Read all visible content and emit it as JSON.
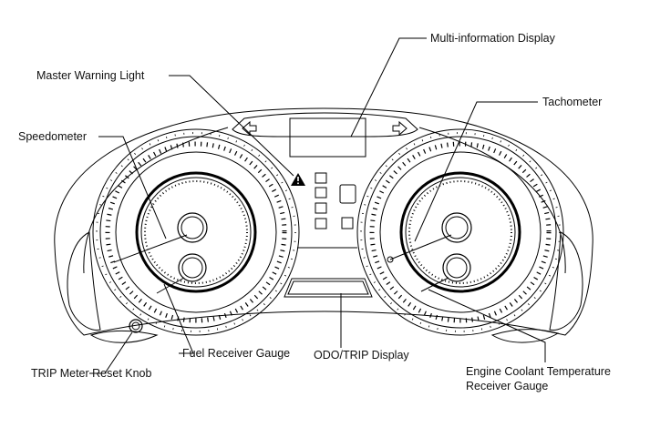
{
  "labels": {
    "multi_information_display": "Multi-information Display",
    "master_warning_light": "Master Warning Light",
    "tachometer": "Tachometer",
    "speedometer": "Speedometer",
    "fuel_receiver_gauge": "Fuel Receiver Gauge",
    "odo_trip_display": "ODO/TRIP Display",
    "trip_meter_reset_knob": "TRIP Meter Reset Knob",
    "engine_coolant_line1": "Engine Coolant Temperature",
    "engine_coolant_line2": "Receiver Gauge"
  }
}
